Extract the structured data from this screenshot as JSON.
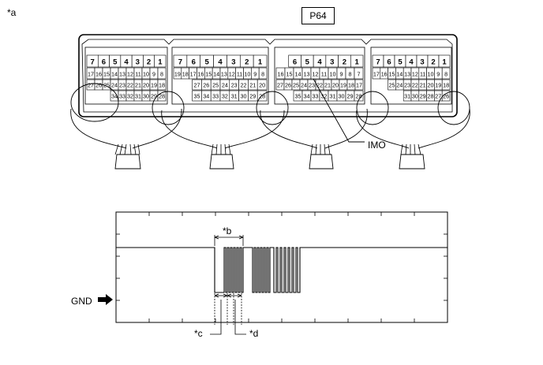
{
  "figure_label": "*a",
  "connector": {
    "label": "P64",
    "pins": {
      "block1": {
        "row1": [
          "7",
          "6",
          "5",
          "4",
          "3",
          "2",
          "1"
        ],
        "row2": [
          "17",
          "16",
          "15",
          "14",
          "13",
          "12",
          "11",
          "10",
          "9",
          "8"
        ],
        "row3": [
          "27",
          "26",
          "25",
          "24",
          "23",
          "22",
          "21",
          "20",
          "19",
          "18"
        ],
        "row4": [
          "34",
          "33",
          "32",
          "31",
          "30",
          "29",
          "28"
        ]
      },
      "block2": {
        "row1": [
          "7",
          "6",
          "5",
          "4",
          "3",
          "2",
          "1"
        ],
        "row2": [
          "19",
          "18",
          "17",
          "16",
          "15",
          "14",
          "13",
          "12",
          "11",
          "10",
          "9",
          "8"
        ],
        "row3": [
          "27",
          "26",
          "25",
          "24",
          "23",
          "22",
          "21",
          "20"
        ],
        "row4": [
          "35",
          "34",
          "33",
          "32",
          "31",
          "30",
          "29",
          "28"
        ]
      },
      "block3": {
        "row1": [
          "6",
          "5",
          "4",
          "3",
          "2",
          "1"
        ],
        "row2": [
          "16",
          "15",
          "14",
          "13",
          "12",
          "11",
          "10",
          "9",
          "8",
          "7"
        ],
        "row3": [
          "27",
          "26",
          "25",
          "24",
          "23",
          "22",
          "21",
          "20",
          "19",
          "18",
          "17"
        ],
        "row4": [
          "35",
          "34",
          "33",
          "32",
          "31",
          "30",
          "29",
          "28"
        ]
      },
      "block4": {
        "row1": [
          "7",
          "6",
          "5",
          "4",
          "3",
          "2",
          "1"
        ],
        "row2": [
          "17",
          "16",
          "15",
          "14",
          "13",
          "12",
          "11",
          "10",
          "9",
          "8"
        ],
        "row3": [
          "25",
          "24",
          "23",
          "22",
          "21",
          "20",
          "19",
          "18"
        ],
        "row4": [
          "31",
          "30",
          "29",
          "28",
          "27",
          "26"
        ]
      }
    },
    "callout": "IMO"
  },
  "waveform": {
    "gnd_label": "GND",
    "label_b": "*b",
    "label_c": "*c",
    "label_d": "*d"
  }
}
